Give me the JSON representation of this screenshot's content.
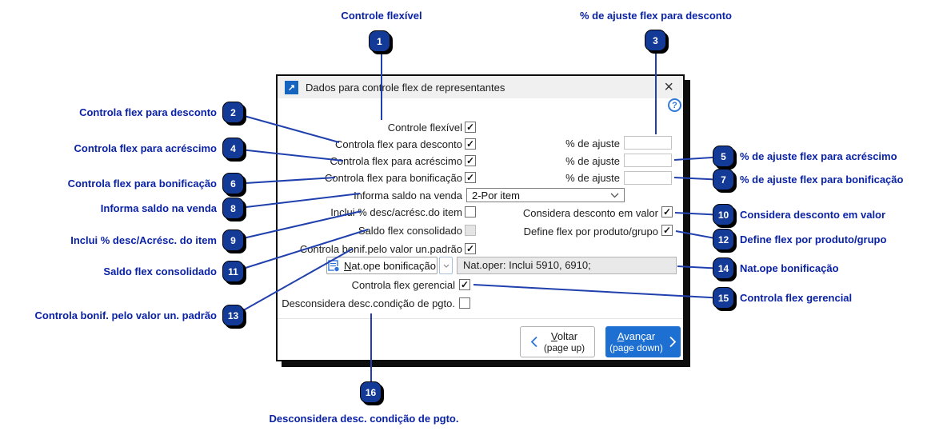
{
  "colors": {
    "callout_text": "#0a22a6",
    "callout_line": "#2040ad",
    "badge_bg": "#133a96",
    "titlebar_icon_bg": "#1565c0",
    "avancar_bg": "#1d6fd2",
    "help_blue": "#3379d8"
  },
  "icons": {
    "title_glyph": "↗",
    "close": "×",
    "help": "?",
    "check": "✓"
  },
  "dialog": {
    "title": "Dados para controle flex de representantes",
    "fields": {
      "f1": {
        "label": "Controle flexível",
        "checked": true
      },
      "f2": {
        "label": "Controla flex para desconto",
        "checked": true
      },
      "f3": {
        "label": "Controla flex para acréscimo",
        "checked": true
      },
      "f4": {
        "label": "Controla flex para bonificação",
        "checked": true
      },
      "ajuste_label": "% de ajuste",
      "ajuste1": {
        "value": ""
      },
      "ajuste2": {
        "value": ""
      },
      "ajuste3": {
        "value": ""
      },
      "saldo": {
        "label": "Informa saldo na venda",
        "value": "2-Por item"
      },
      "f6": {
        "label": "Inclui % desc/acrésc.do item",
        "checked": false
      },
      "f6r": {
        "label": "Considera desconto em valor",
        "checked": true
      },
      "f7": {
        "label": "Saldo flex consolidado",
        "checked": "disabled"
      },
      "f7r": {
        "label": "Define flex por produto/grupo",
        "checked": true
      },
      "f8": {
        "label": "Controla bonif.pelo valor un.padrão",
        "checked": true
      },
      "natope": {
        "first": "N",
        "rest": "at.ope bonificação",
        "value": "Nat.oper: Inclui 5910, 6910;"
      },
      "f10": {
        "label": "Controla flex gerencial",
        "checked": true
      },
      "f11": {
        "label": "Desconsidera desc.condição de pgto.",
        "checked": false
      }
    },
    "buttons": {
      "voltar": {
        "first": "V",
        "rest": "oltar",
        "sub": "(page up)"
      },
      "avancar": {
        "first": "A",
        "rest": "vançar",
        "sub": "(page down)"
      }
    }
  },
  "callouts": {
    "c1": {
      "num": "1",
      "label": "Controle flexível"
    },
    "c2": {
      "num": "2",
      "label": "Controla flex para desconto"
    },
    "c3": {
      "num": "3",
      "label": "% de ajuste flex para desconto"
    },
    "c4": {
      "num": "4",
      "label": "Controla flex para acréscimo"
    },
    "c5": {
      "num": "5",
      "label": "% de ajuste flex para acréscimo"
    },
    "c6": {
      "num": "6",
      "label": "Controla flex para bonificação"
    },
    "c7": {
      "num": "7",
      "label": "% de ajuste flex para bonificação"
    },
    "c8": {
      "num": "8",
      "label": "Informa saldo na venda"
    },
    "c9": {
      "num": "9",
      "label": "Inclui % desc/Acrésc. do item"
    },
    "c10": {
      "num": "10",
      "label": "Considera desconto em valor"
    },
    "c11": {
      "num": "11",
      "label": "Saldo flex consolidado"
    },
    "c12": {
      "num": "12",
      "label": "Define flex por produto/grupo"
    },
    "c13": {
      "num": "13",
      "label": "Controla bonif. pelo valor un. padrão"
    },
    "c14": {
      "num": "14",
      "label": "Nat.ope bonificação"
    },
    "c15": {
      "num": "15",
      "label": "Controla flex gerencial"
    },
    "c16": {
      "num": "16",
      "label": "Desconsidera desc. condição de pgto."
    }
  }
}
